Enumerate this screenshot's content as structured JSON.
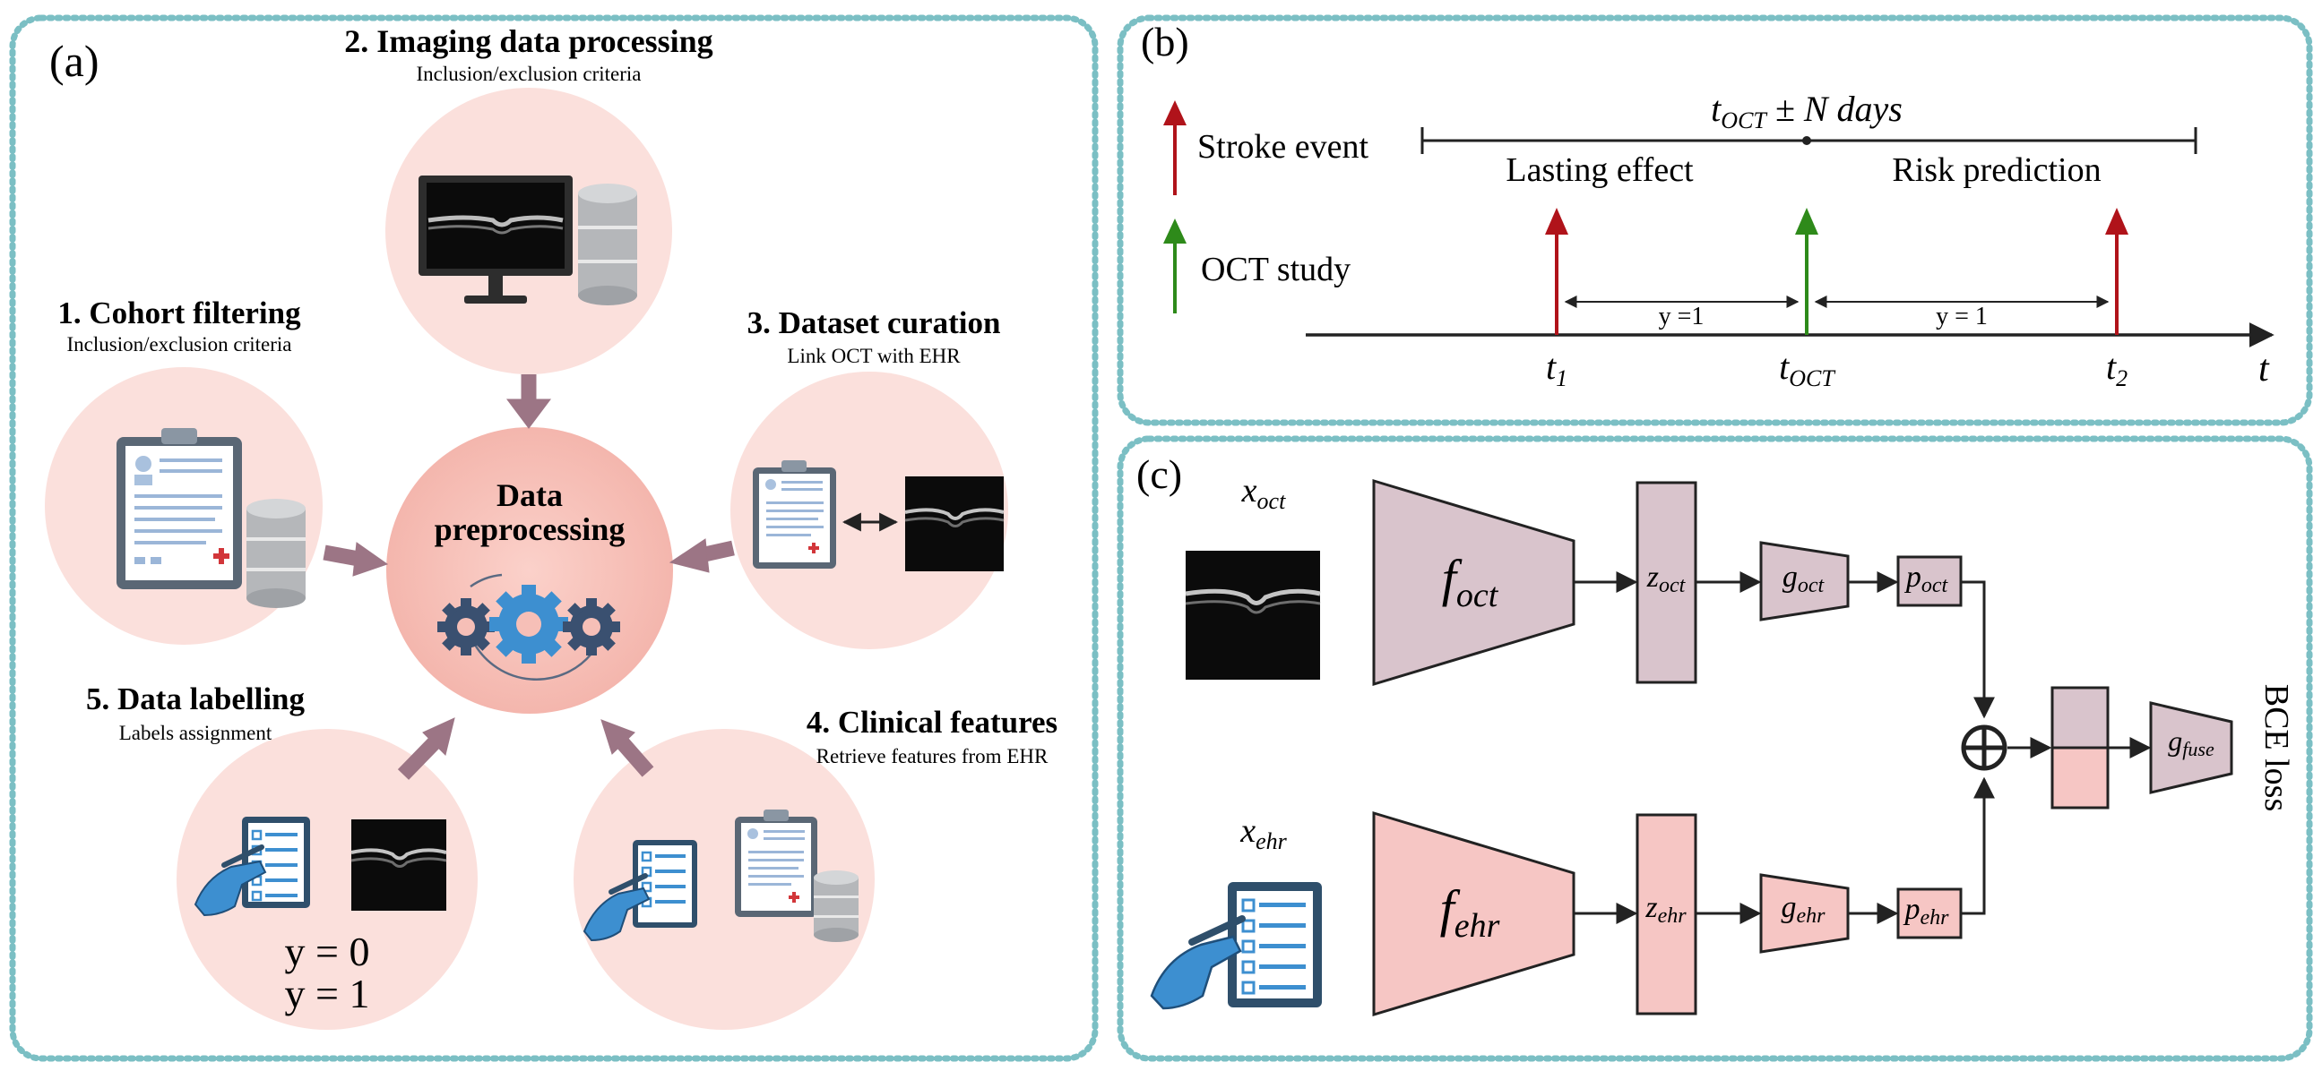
{
  "panel_a": {
    "label": "(a)",
    "center": {
      "line1": "Data",
      "line2": "preprocessing"
    },
    "steps": [
      {
        "title": "1.  Cohort filtering",
        "subtitle": "Inclusion/exclusion criteria"
      },
      {
        "title": "2. Imaging data processing",
        "subtitle": "Inclusion/exclusion criteria"
      },
      {
        "title": "3. Dataset curation",
        "subtitle": "Link OCT with EHR"
      },
      {
        "title": "4. Clinical features",
        "subtitle": "Retrieve features from EHR"
      },
      {
        "title": "5. Data labelling",
        "subtitle": "Labels assignment"
      }
    ],
    "labels": {
      "y0": "y = 0",
      "y1": "y = 1"
    }
  },
  "panel_b": {
    "label": "(b)",
    "legend": {
      "stroke": "Stroke event",
      "oct": "OCT study"
    },
    "window": {
      "t": "t",
      "sub": "OCT",
      "rest": " ± N days"
    },
    "sections": {
      "left": "Lasting effect",
      "right": "Risk prediction"
    },
    "intervals": {
      "left": "y =1",
      "right": "y = 1"
    },
    "ticks": {
      "t1_base": "t",
      "t1_sub": "1",
      "toct_base": "t",
      "toct_sub": "OCT",
      "t2_base": "t",
      "t2_sub": "2",
      "axis": "t"
    },
    "colors": {
      "stroke": "#b0131a",
      "oct": "#2e8a1a"
    }
  },
  "panel_c": {
    "label": "(c)",
    "inputs": {
      "x_oct_base": "x",
      "x_oct_sub": "oct",
      "x_ehr_base": "x",
      "x_ehr_sub": "ehr"
    },
    "encoders": {
      "f_oct_base": "f",
      "f_oct_sub": "oct",
      "f_ehr_base": "f",
      "f_ehr_sub": "ehr"
    },
    "embeddings": {
      "z_oct_base": "z",
      "z_oct_sub": "oct",
      "z_ehr_base": "z",
      "z_ehr_sub": "ehr"
    },
    "heads": {
      "g_oct_base": "g",
      "g_oct_sub": "oct",
      "g_ehr_base": "g",
      "g_ehr_sub": "ehr"
    },
    "probs": {
      "p_oct_base": "p",
      "p_oct_sub": "oct",
      "p_ehr_base": "p",
      "p_ehr_sub": "ehr"
    },
    "fusion": {
      "g_fuse_base": "g",
      "g_fuse_sub": "fuse",
      "operator": "⊕"
    },
    "loss": "BCE loss",
    "colors": {
      "oct": "#d9c4cc",
      "ehr": "#f6c6c4"
    }
  },
  "colors": {
    "frame": "#7bbfc4",
    "circle": "#fbe0dc",
    "center_circle": "#f6bfb7",
    "arrow": "#9c7585"
  }
}
